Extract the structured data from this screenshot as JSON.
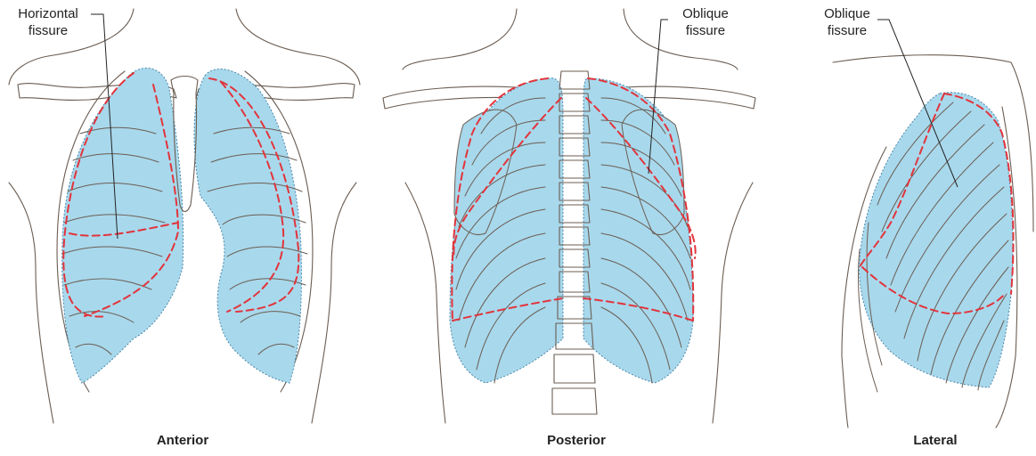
{
  "views": [
    {
      "caption": "Anterior",
      "labels": [
        {
          "text": "Horizontal\nfissure"
        }
      ]
    },
    {
      "caption": "Posterior",
      "labels": [
        {
          "text": "Oblique\nfissure"
        }
      ]
    },
    {
      "caption": "Lateral",
      "labels": [
        {
          "text": "Oblique\nfissure"
        }
      ]
    }
  ],
  "colors": {
    "lung_fill": "#a8d8ec",
    "fissure_line": "#e2343b",
    "bone_outline": "#6b5d52"
  }
}
